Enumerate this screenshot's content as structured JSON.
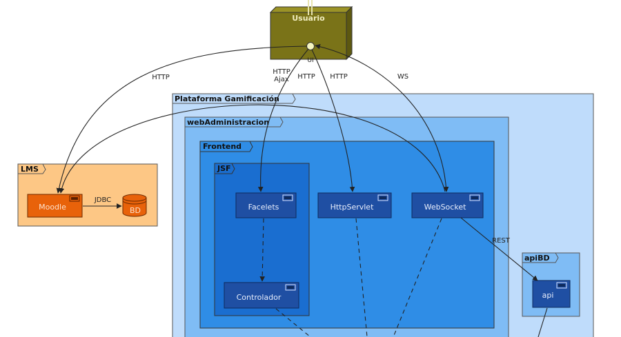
{
  "diagram": {
    "actor": {
      "label": "Usuario",
      "interface": "UI"
    },
    "packages": {
      "lms": "LMS",
      "plataforma": "Plataforma Gamificación",
      "webadmin": "webAdministracion",
      "frontend": "Frontend",
      "jsf": "JSF",
      "apibd": "apiBD"
    },
    "components": {
      "moodle": "Moodle",
      "bd": "BD",
      "facelets": "Facelets",
      "httpservlet": "HttpServlet",
      "websocket": "WebSocket",
      "controlador": "Controlador",
      "api": "api"
    },
    "edges": {
      "http_moodle": "HTTP",
      "http_ajax_1": "HTTP",
      "http_ajax_2": "Ajax",
      "http_servlet_1": "HTTP",
      "http_servlet_2": "HTTP",
      "ws": "WS",
      "jdbc": "JDBC",
      "rest": "REST"
    },
    "colors": {
      "usuario": "#7a7318",
      "lms_bg": "#fdc785",
      "moodle": "#e8620a",
      "plataforma_bg": "#bfdcfb",
      "webadmin_bg": "#7fbcf5",
      "frontend_bg": "#2f8de6",
      "jsf_bg": "#1a6ed0",
      "component": "#1f4fa3"
    }
  }
}
